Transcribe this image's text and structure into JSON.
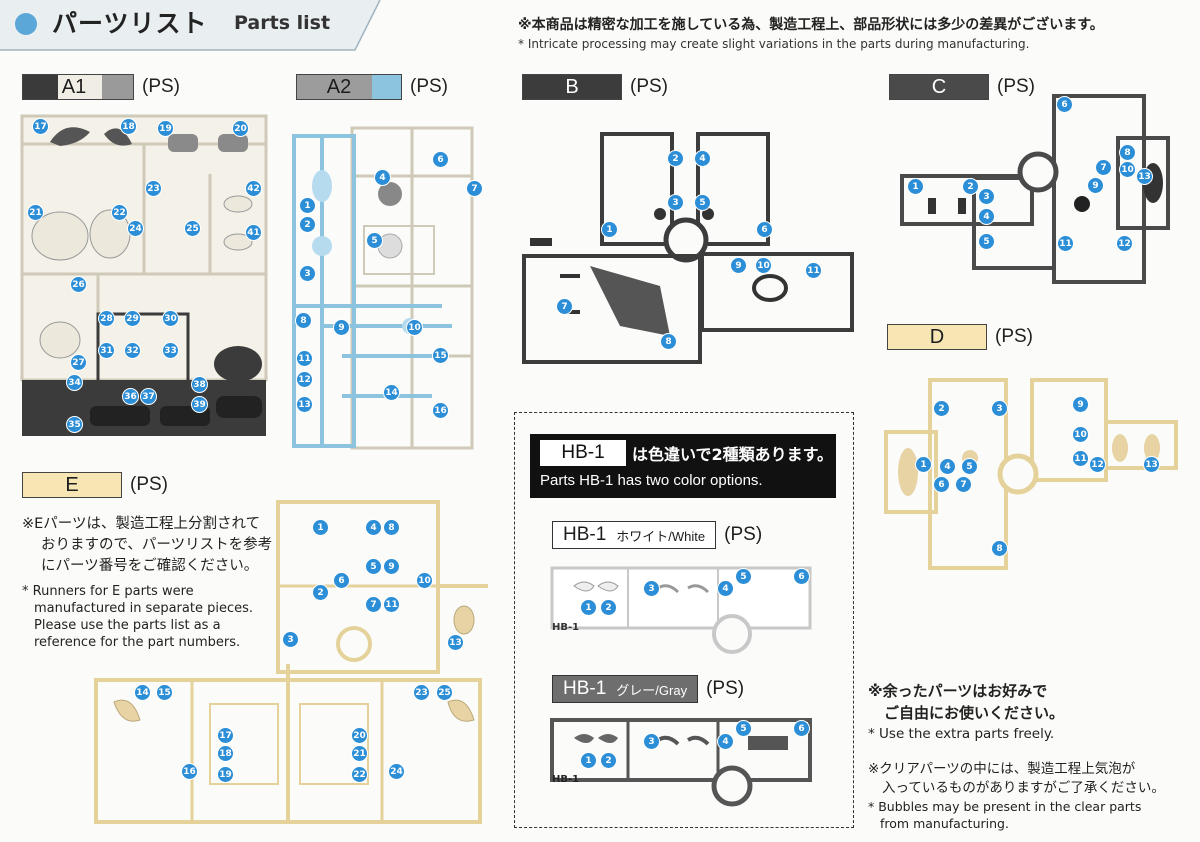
{
  "header": {
    "title_jp": "パーツリスト",
    "title_en": "Parts list",
    "note_jp": "※本商品は精密な加工を施している為、製造工程上、部品形状には多少の差異がございます。",
    "note_en": "* Intricate processing may create slight variations in the parts during manufacturing."
  },
  "runners": {
    "a1": {
      "code": "A1",
      "material": "(PS)"
    },
    "a2": {
      "code": "A2",
      "material": "(PS)"
    },
    "b": {
      "code": "B",
      "material": "(PS)"
    },
    "c": {
      "code": "C",
      "material": "(PS)"
    },
    "d": {
      "code": "D",
      "material": "(PS)"
    },
    "e": {
      "code": "E",
      "material": "(PS)"
    }
  },
  "e_note": {
    "jp_1": "※Eパーツは、製造工程上分割されて",
    "jp_2": "おりますので、パーツリストを参考",
    "jp_3": "にパーツ番号をご確認ください。",
    "en_1": "* Runners for E parts were",
    "en_2": "manufactured in separate pieces.",
    "en_3": "Please use the parts list as a",
    "en_4": "reference for the part numbers."
  },
  "hb_panel": {
    "banner_code": "HB-1",
    "banner_jp": "は色違いで2種類あります。",
    "banner_en": "Parts HB-1 has two color options.",
    "white": {
      "code": "HB-1",
      "color": "ホワイト/White",
      "material": "(PS)",
      "runner_tag": "HB-1"
    },
    "gray": {
      "code": "HB-1",
      "color": "グレー/Gray",
      "material": "(PS)",
      "runner_tag": "HB-1"
    }
  },
  "extra_note": {
    "jp_1": "※余ったパーツはお好みで",
    "jp_2": "ご自由にお使いください。",
    "en": "* Use the extra parts freely."
  },
  "bubble_note": {
    "jp_1": "※クリアパーツの中には、製造工程上気泡が",
    "jp_2": "入っているものがありますがご了承ください。",
    "en_1": "* Bubbles may be present in the clear parts",
    "en_2": "from manufacturing."
  },
  "colors": {
    "a1_runner": "#3a3a3a",
    "a1_runner_light": "#ece9df",
    "a2_runner": "#8cc4e0",
    "b_runner": "#3c3c3c",
    "c_runner": "#4a4a4a",
    "d_runner": "#f2e2b4",
    "e_runner": "#f3e6bc",
    "hb_white": "#ffffff",
    "hb_gray": "#6e6e6e",
    "part_number": "#2b8ed6",
    "header_stripe": "#e8edf0"
  }
}
